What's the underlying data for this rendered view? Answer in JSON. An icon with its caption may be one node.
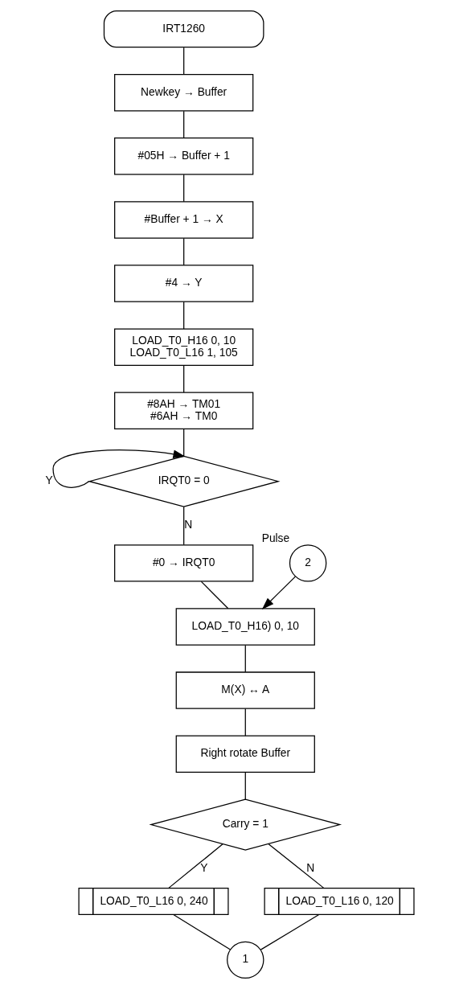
{
  "diagram": {
    "nodes": [
      {
        "text": [
          "IRT1260"
        ]
      },
      {
        "text": [
          "Newkey → Buffer"
        ]
      },
      {
        "text": [
          "#05H → Buffer + 1"
        ]
      },
      {
        "text": [
          "#Buffer + 1 → X"
        ]
      },
      {
        "text": [
          "#4 → Y"
        ]
      },
      {
        "text": [
          "LOAD_T0_H16 0, 10",
          "LOAD_T0_L16 1, 105"
        ]
      },
      {
        "text": [
          "#8AH → TM01",
          "#6AH → TM0"
        ]
      },
      {
        "text": [
          "IRQT0 = 0"
        ]
      },
      {
        "text": [
          "#0 → IRQT0"
        ]
      },
      {
        "text": [
          "2"
        ],
        "beside": [
          "Pulse"
        ]
      },
      {
        "text": [
          "LOAD_T0_H16) 0, 10"
        ]
      },
      {
        "text": [
          "M(X) ↔ A"
        ]
      },
      {
        "text": [
          "Right rotate Buffer"
        ]
      },
      {
        "text": [
          "Carry = 1"
        ]
      },
      {
        "text": [
          "LOAD_T0_L16 0, 240"
        ]
      },
      {
        "text": [
          "LOAD_T0_L16 0, 120"
        ]
      },
      {
        "text": [
          "1"
        ]
      }
    ],
    "edges": [
      {
        "from": 0,
        "to": 1,
        "arrow": "none"
      },
      {
        "from": 1,
        "to": 2,
        "arrow": "none"
      },
      {
        "from": 2,
        "to": 3,
        "arrow": "none"
      },
      {
        "from": 3,
        "to": 4,
        "arrow": "none"
      },
      {
        "from": 4,
        "to": 5,
        "arrow": "none"
      },
      {
        "from": 5,
        "to": 6,
        "arrow": "none"
      },
      {
        "from": 6,
        "to": 7,
        "arrow": "none"
      },
      {
        "from": 7,
        "to": 7,
        "label": "Y",
        "arrow": "to"
      },
      {
        "from": 7,
        "to": 8,
        "label": "N",
        "arrow": "none"
      },
      {
        "from": 8,
        "to": 10,
        "arrow": "none"
      },
      {
        "from": 9,
        "to": 10,
        "arrow": "to"
      },
      {
        "from": 10,
        "to": 11,
        "arrow": "none"
      },
      {
        "from": 11,
        "to": 12,
        "arrow": "none"
      },
      {
        "from": 12,
        "to": 13,
        "arrow": "none"
      },
      {
        "from": 13,
        "to": 14,
        "label": "Y",
        "arrow": "none"
      },
      {
        "from": 13,
        "to": 15,
        "label": "N",
        "arrow": "none"
      },
      {
        "from": 14,
        "to": 16,
        "arrow": "none"
      },
      {
        "from": 15,
        "to": 16,
        "arrow": "none"
      }
    ]
  }
}
